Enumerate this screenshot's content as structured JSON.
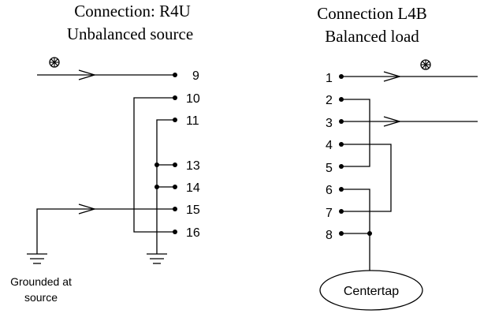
{
  "left": {
    "title": "Connection: R4U",
    "subtitle": "Unbalanced source",
    "pins": [
      "9",
      "10",
      "11",
      "13",
      "14",
      "15",
      "16"
    ],
    "ground_note_1": "Grounded at",
    "ground_note_2": "source"
  },
  "right": {
    "title": "Connection L4B",
    "subtitle": "Balanced load",
    "pins": [
      "1",
      "2",
      "3",
      "4",
      "5",
      "6",
      "7",
      "8"
    ],
    "centertap": "Centertap"
  },
  "icons": {
    "signal_marker": "asterisk-circle-icon",
    "ground": "ground-icon",
    "arrow": "arrow-icon"
  }
}
